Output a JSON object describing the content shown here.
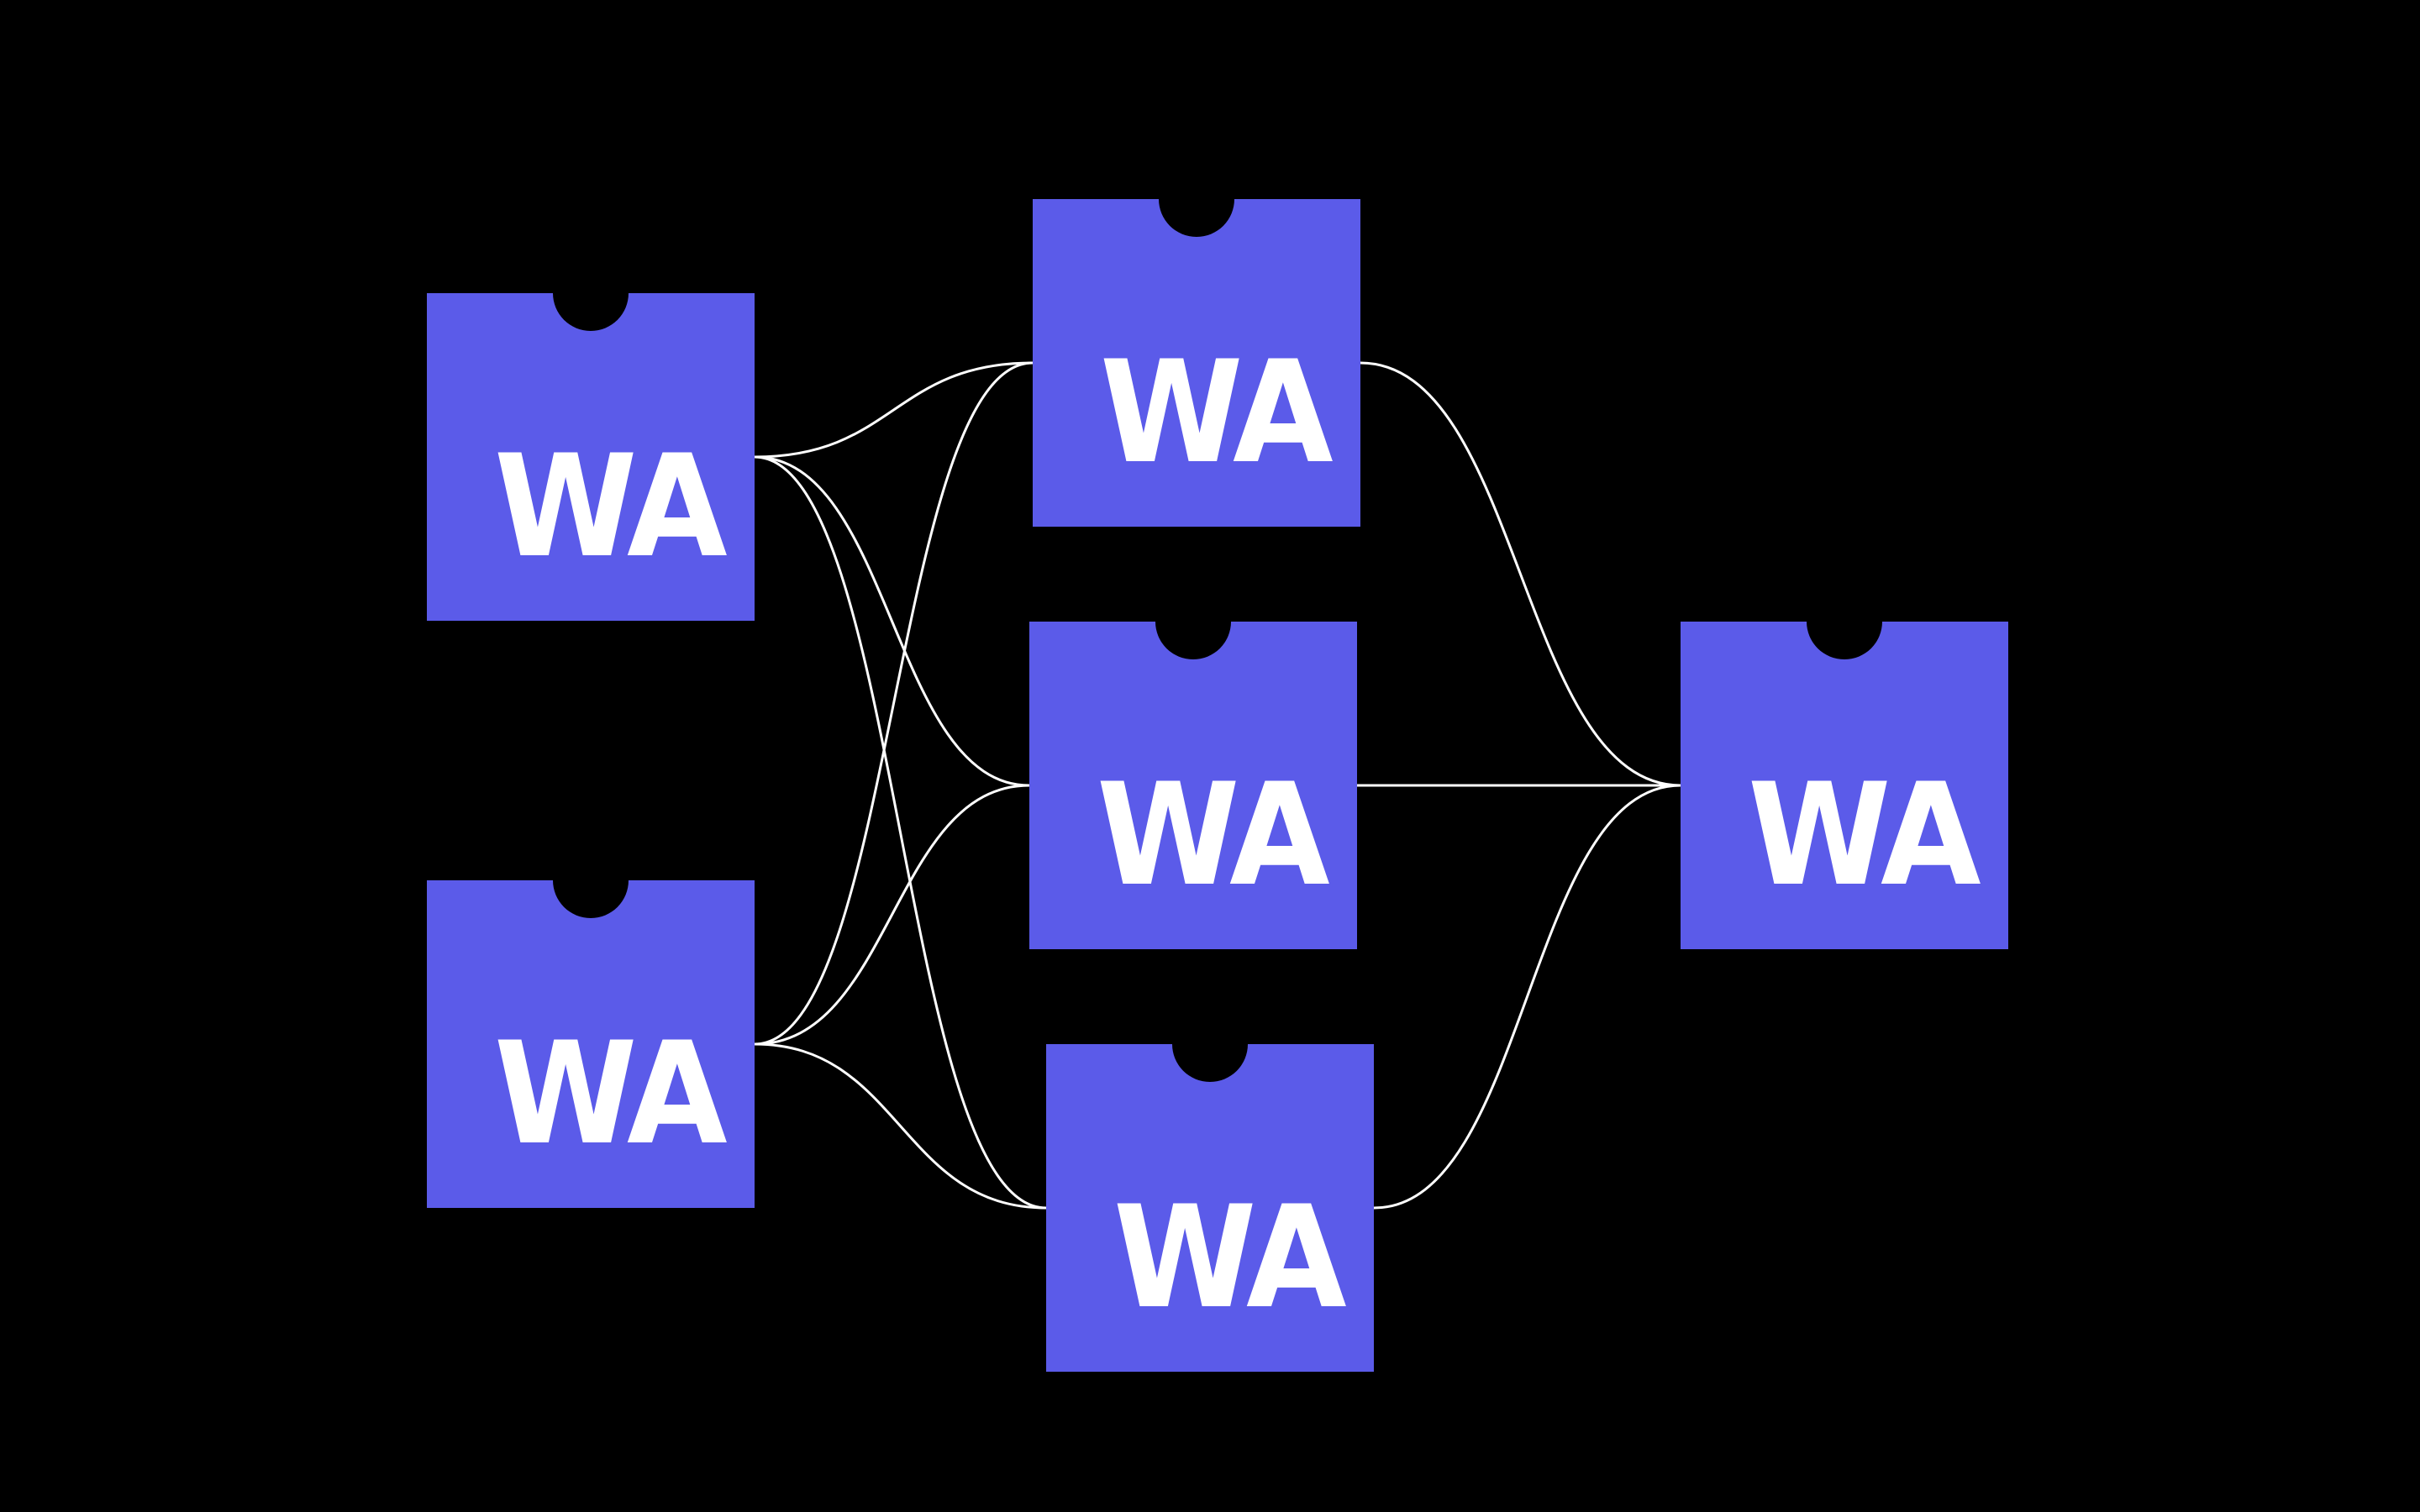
{
  "colors": {
    "background": "#000000",
    "node_fill": "#5b5be9",
    "edge_stroke": "#ffffff",
    "label": "#ffffff"
  },
  "diagram": {
    "nodes": [
      {
        "id": "n1",
        "label": "WA"
      },
      {
        "id": "n2",
        "label": "WA"
      },
      {
        "id": "n3",
        "label": "WA"
      },
      {
        "id": "n4",
        "label": "WA"
      },
      {
        "id": "n5",
        "label": "WA"
      },
      {
        "id": "n6",
        "label": "WA"
      }
    ],
    "edges": [
      {
        "from": "n1",
        "to": "n3"
      },
      {
        "from": "n1",
        "to": "n4"
      },
      {
        "from": "n1",
        "to": "n5"
      },
      {
        "from": "n2",
        "to": "n3"
      },
      {
        "from": "n2",
        "to": "n4"
      },
      {
        "from": "n2",
        "to": "n5"
      },
      {
        "from": "n3",
        "to": "n6"
      },
      {
        "from": "n4",
        "to": "n6"
      },
      {
        "from": "n5",
        "to": "n6"
      }
    ]
  }
}
